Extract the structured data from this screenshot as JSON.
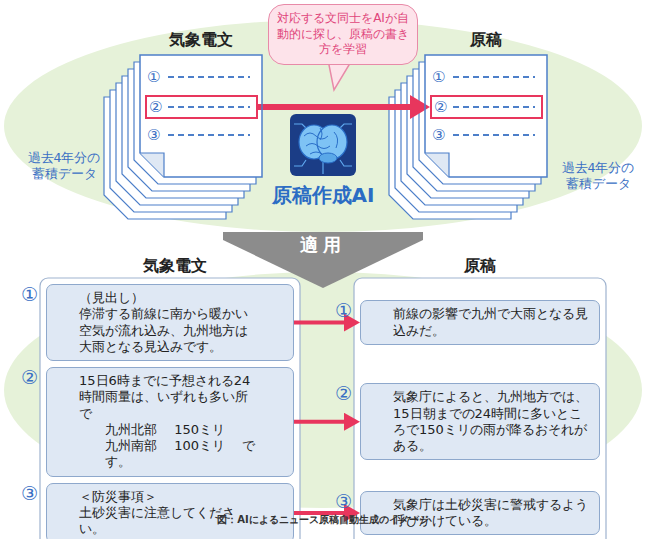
{
  "diagram": {
    "caption": "図：AIによるニュース原稿自動生成のイメージ",
    "nodes": [
      {
        "text": [
          "気象電文",
          "①",
          "③"
        ]
      },
      {
        "text": [
          "②"
        ],
        "in": 0
      },
      {
        "text": [
          "原稿",
          "①",
          "③"
        ]
      },
      {
        "text": [
          "②"
        ],
        "in": 2
      },
      {
        "text": [
          "対応する文同士をAIが自動的に探し、原稿の書き方を学習"
        ]
      },
      {
        "text": [
          "適用"
        ]
      },
      {
        "text": [
          "①",
          "（見出し）",
          "停滞する前線に南から暖かい空気が流れ込み、九州地方は大雨となる見込みです。"
        ]
      },
      {
        "text": [
          "②",
          "15日6時までに予想される24時間雨量は、いずれも多い所で",
          "九州北部 150ミリ",
          "九州南部 100ミリ です。"
        ]
      },
      {
        "text": [
          "③",
          "＜防災事項＞",
          "土砂災害に注意してください。"
        ]
      },
      {
        "text": [
          "①",
          "前線の影響で九州で大雨となる見込みだ。"
        ]
      },
      {
        "text": [
          "②",
          "気象庁によると、九州地方では、15日朝までの24時間に多いところで150ミリの雨が降るおそれがある。"
        ]
      },
      {
        "text": [
          "③",
          "気象庁は土砂災害に警戒するよう呼びかけている。"
        ]
      }
    ],
    "edges": [
      {
        "from": 1,
        "to": 3,
        "arrow": "to"
      },
      {
        "from": 6,
        "to": 9,
        "arrow": "to"
      },
      {
        "from": 7,
        "to": 10,
        "arrow": "to"
      },
      {
        "from": 8,
        "to": 11,
        "arrow": "to"
      }
    ],
    "labels": [
      "過去4年分の蓄積データ",
      "原稿作成AI",
      "過去4年分の蓄積データ",
      "気象電文",
      "原稿"
    ]
  }
}
